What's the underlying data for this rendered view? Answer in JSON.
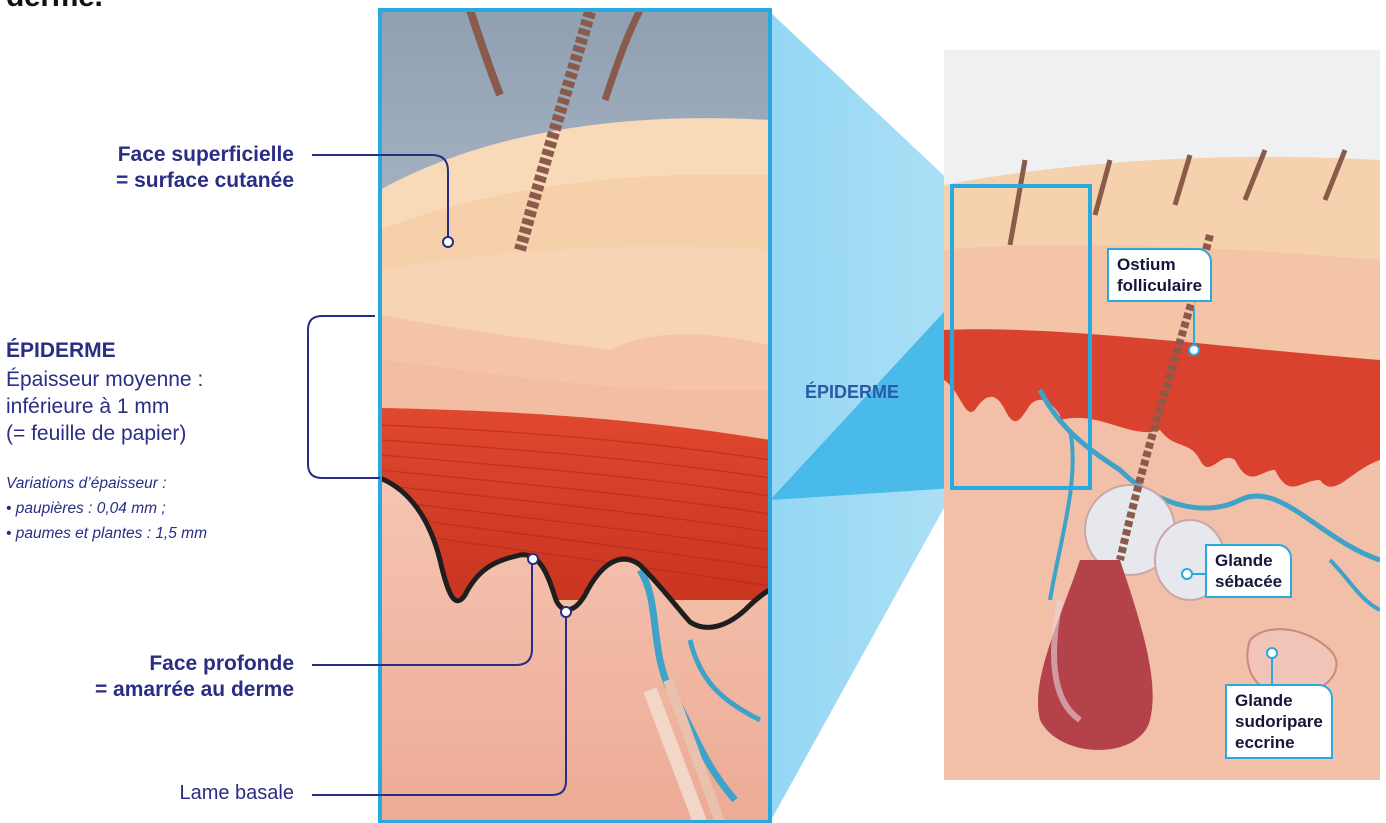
{
  "header": {
    "fragment": "derme."
  },
  "left_labels": {
    "face_superficielle": [
      "Face superficielle",
      "= surface cutanée"
    ],
    "face_profonde": [
      "Face profonde",
      "= amarrée au derme"
    ],
    "lame_basale": "Lame basale"
  },
  "epiderme_block": {
    "title": "ÉPIDERME",
    "description": [
      "Épaisseur moyenne :",
      "inférieure à 1 mm",
      "(= feuille de papier)"
    ],
    "variations": [
      "Variations d’épaisseur :",
      "• paupières : 0,04 mm ;",
      "• paumes et plantes : 1,5 mm"
    ]
  },
  "zoom_label": "ÉPIDERME",
  "right_callouts": {
    "ostium": [
      "Ostium",
      "folliculaire"
    ],
    "glande_sebacee": [
      "Glande",
      "sébacée"
    ],
    "glande_sudoripare": [
      "Glande",
      "sudoripare",
      "eccrine"
    ]
  },
  "colors": {
    "accent_blue": "#2aa9df",
    "light_blue": "#9fdaf3",
    "navy": "#2a2d86",
    "epidermis_red": "#d9422e",
    "skin": "#f4c7a6"
  },
  "icons": [
    "hair-icon",
    "callout-dot-icon"
  ]
}
